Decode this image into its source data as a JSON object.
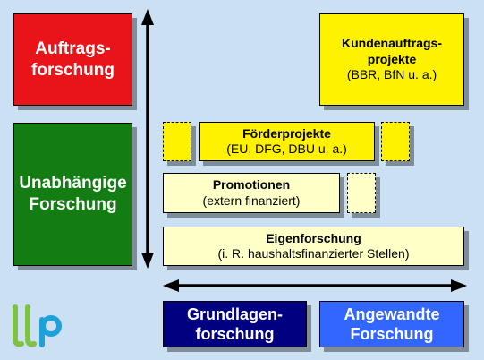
{
  "colors": {
    "background": "#cce0f4",
    "red": "#e8141a",
    "green": "#137d13",
    "yellow": "#fff200",
    "pale": "#ffffc8",
    "navy": "#000080",
    "blue": "#3366ff",
    "logo_green": "#7dc242",
    "logo_blue": "#1ea0d8"
  },
  "left": {
    "auftragsforschung": [
      "Auftrags-",
      "forschung"
    ],
    "unabhaengige": [
      "Unabhängige",
      "Forschung"
    ]
  },
  "kunden": {
    "title": [
      "Kundenauftrags-",
      "projekte"
    ],
    "sub": "(BBR, BfN u. a.)"
  },
  "foerder": {
    "title": "Förderprojekte",
    "sub": "(EU, DFG, DBU u. a.)"
  },
  "promotionen": {
    "title": "Promotionen",
    "sub": "(extern finanziert)"
  },
  "eigen": {
    "title": "Eigenforschung",
    "sub": "(i. R. haushaltsfinanzierter Stellen)"
  },
  "bottom": {
    "grundlagen": [
      "Grundlagen-",
      "forschung"
    ],
    "angewandte": [
      "Angewandte",
      "Forschung"
    ]
  },
  "logo": {
    "icon": "llp-logo"
  }
}
